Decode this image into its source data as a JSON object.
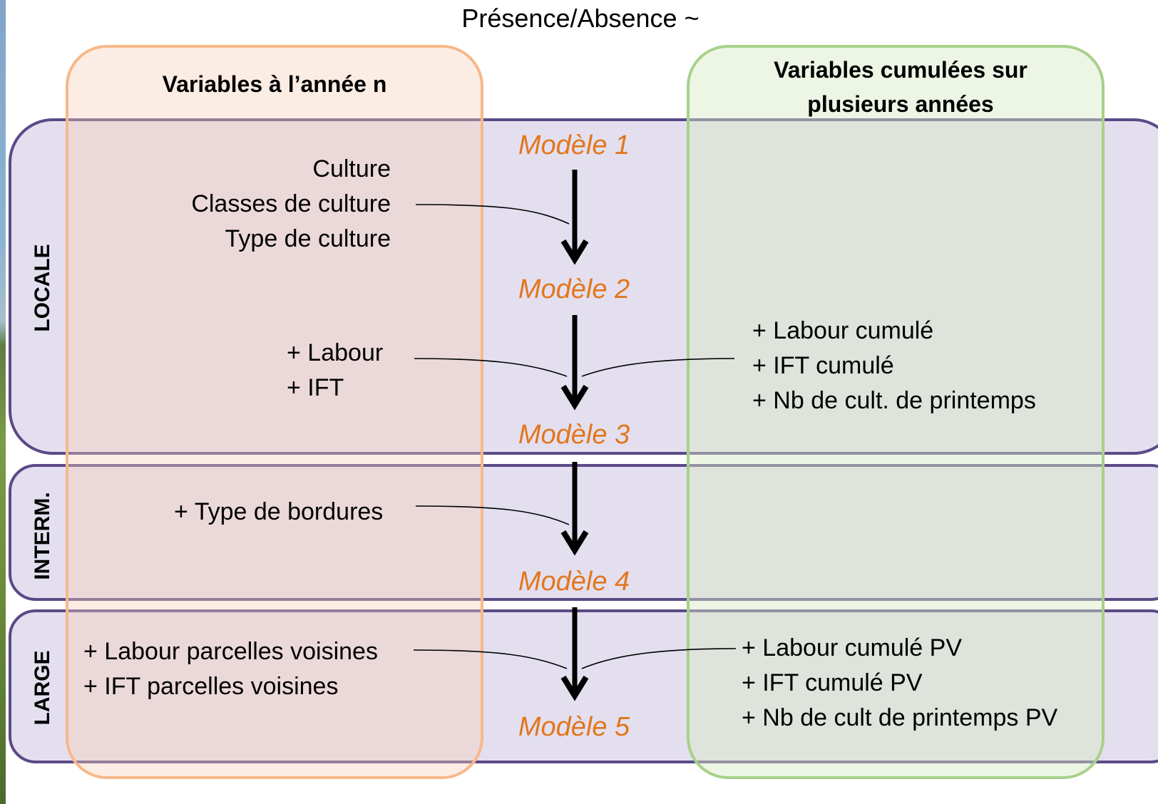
{
  "title": "Présence/Absence ~",
  "column_left_header": "Variables à l’année n",
  "column_right_header": [
    "Variables cumulées sur",
    "plusieurs années"
  ],
  "scales": {
    "locale": "LOCALE",
    "interm": "INTERM.",
    "large": "LARGE"
  },
  "models": [
    "Modèle 1",
    "Modèle 2",
    "Modèle 3",
    "Modèle 4",
    "Modèle 5"
  ],
  "step1_left": [
    "Culture",
    "Classes de culture",
    "Type de culture"
  ],
  "step2_left": [
    "+ Labour",
    "+ IFT"
  ],
  "step2_right": [
    "+ Labour cumulé",
    "+ IFT cumulé",
    "+ Nb de cult. de printemps"
  ],
  "step3_left": [
    "+ Type de bordures"
  ],
  "step4_left": [
    "+ Labour parcelles voisines",
    "+ IFT parcelles voisines"
  ],
  "step4_right": [
    "+ Labour cumulé PV",
    "+ IFT cumulé PV",
    "+ Nb de cult de printemps PV"
  ],
  "colors": {
    "band_border": "#5b4a86",
    "band_fill": "#cec4e1",
    "left_column_border": "#f7b88a",
    "right_column_border": "#a8d08a",
    "model_text": "#e2761c"
  }
}
